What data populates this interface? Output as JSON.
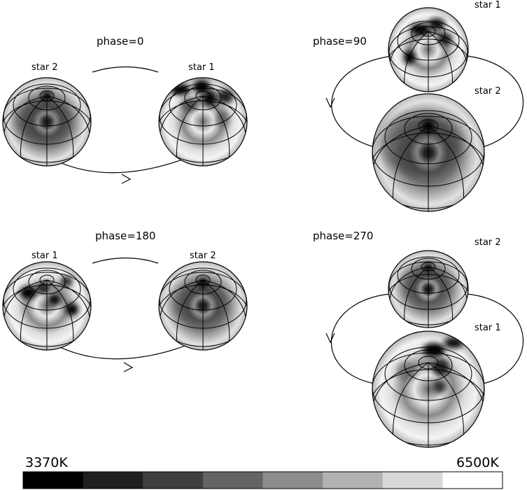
{
  "panels": [
    {
      "phase_label": "phase=0",
      "layout": "side",
      "stars": [
        {
          "label": "star 2",
          "spots": "smooth"
        },
        {
          "label": "star 1",
          "spots": "spotted"
        }
      ]
    },
    {
      "phase_label": "phase=90",
      "layout": "stacked",
      "stars": [
        {
          "label": "star 1",
          "spots": "spotted"
        },
        {
          "label": "star 2",
          "spots": "smooth"
        }
      ]
    },
    {
      "phase_label": "phase=180",
      "layout": "side",
      "stars": [
        {
          "label": "star 1",
          "spots": "spotted"
        },
        {
          "label": "star 2",
          "spots": "smooth"
        }
      ]
    },
    {
      "phase_label": "phase=270",
      "layout": "stacked",
      "stars": [
        {
          "label": "star 2",
          "spots": "smooth"
        },
        {
          "label": "star 1",
          "spots": "spotted"
        }
      ]
    }
  ],
  "colorbar": {
    "min_label": "3370K",
    "max_label": "6500K",
    "colors": [
      "#000000",
      "#1f1f1f",
      "#3f3f3f",
      "#636363",
      "#8c8c8c",
      "#b2b2b2",
      "#d8d8d8",
      "#ffffff"
    ]
  }
}
